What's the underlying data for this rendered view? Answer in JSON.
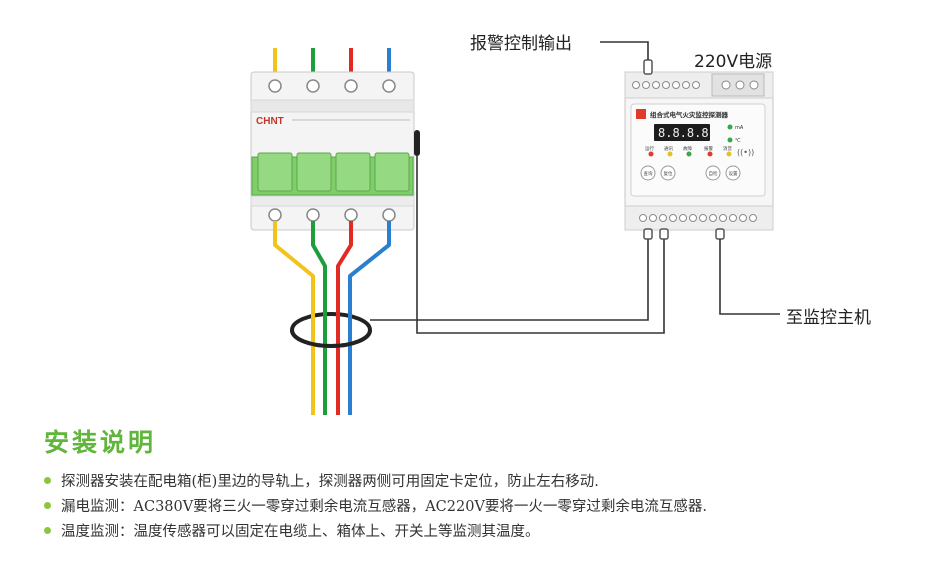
{
  "diagram": {
    "breaker_brand": "CHNT",
    "device_title": "组合式电气火灾监控探测器",
    "display_digits": "8.8.8.8",
    "unit_labels": [
      "mA",
      "℃"
    ],
    "led_labels": [
      "运行",
      "通讯",
      "故障",
      "报警",
      "消音"
    ],
    "button_labels": [
      "查询",
      "复位",
      "自检",
      "设置"
    ],
    "labels": {
      "alarm_output": "报警控制输出",
      "power": "220V电源",
      "host": "至监控主机"
    },
    "wire_colors": {
      "yellow": "#f2c31b",
      "green": "#1e9e3a",
      "red": "#e22a24",
      "blue": "#2b7fd0",
      "black": "#333333"
    },
    "accent": "#5fb63a"
  },
  "instructions": {
    "title": "安装说明",
    "items": [
      "探测器安装在配电箱(柜)里边的导轨上，探测器两侧可用固定卡定位，防止左右移动.",
      "漏电监测：AC380V要将三火一零穿过剩余电流互感器，AC220V要将一火一零穿过剩余电流互感器.",
      "温度监测：温度传感器可以固定在电缆上、箱体上、开关上等监测其温度。"
    ]
  }
}
